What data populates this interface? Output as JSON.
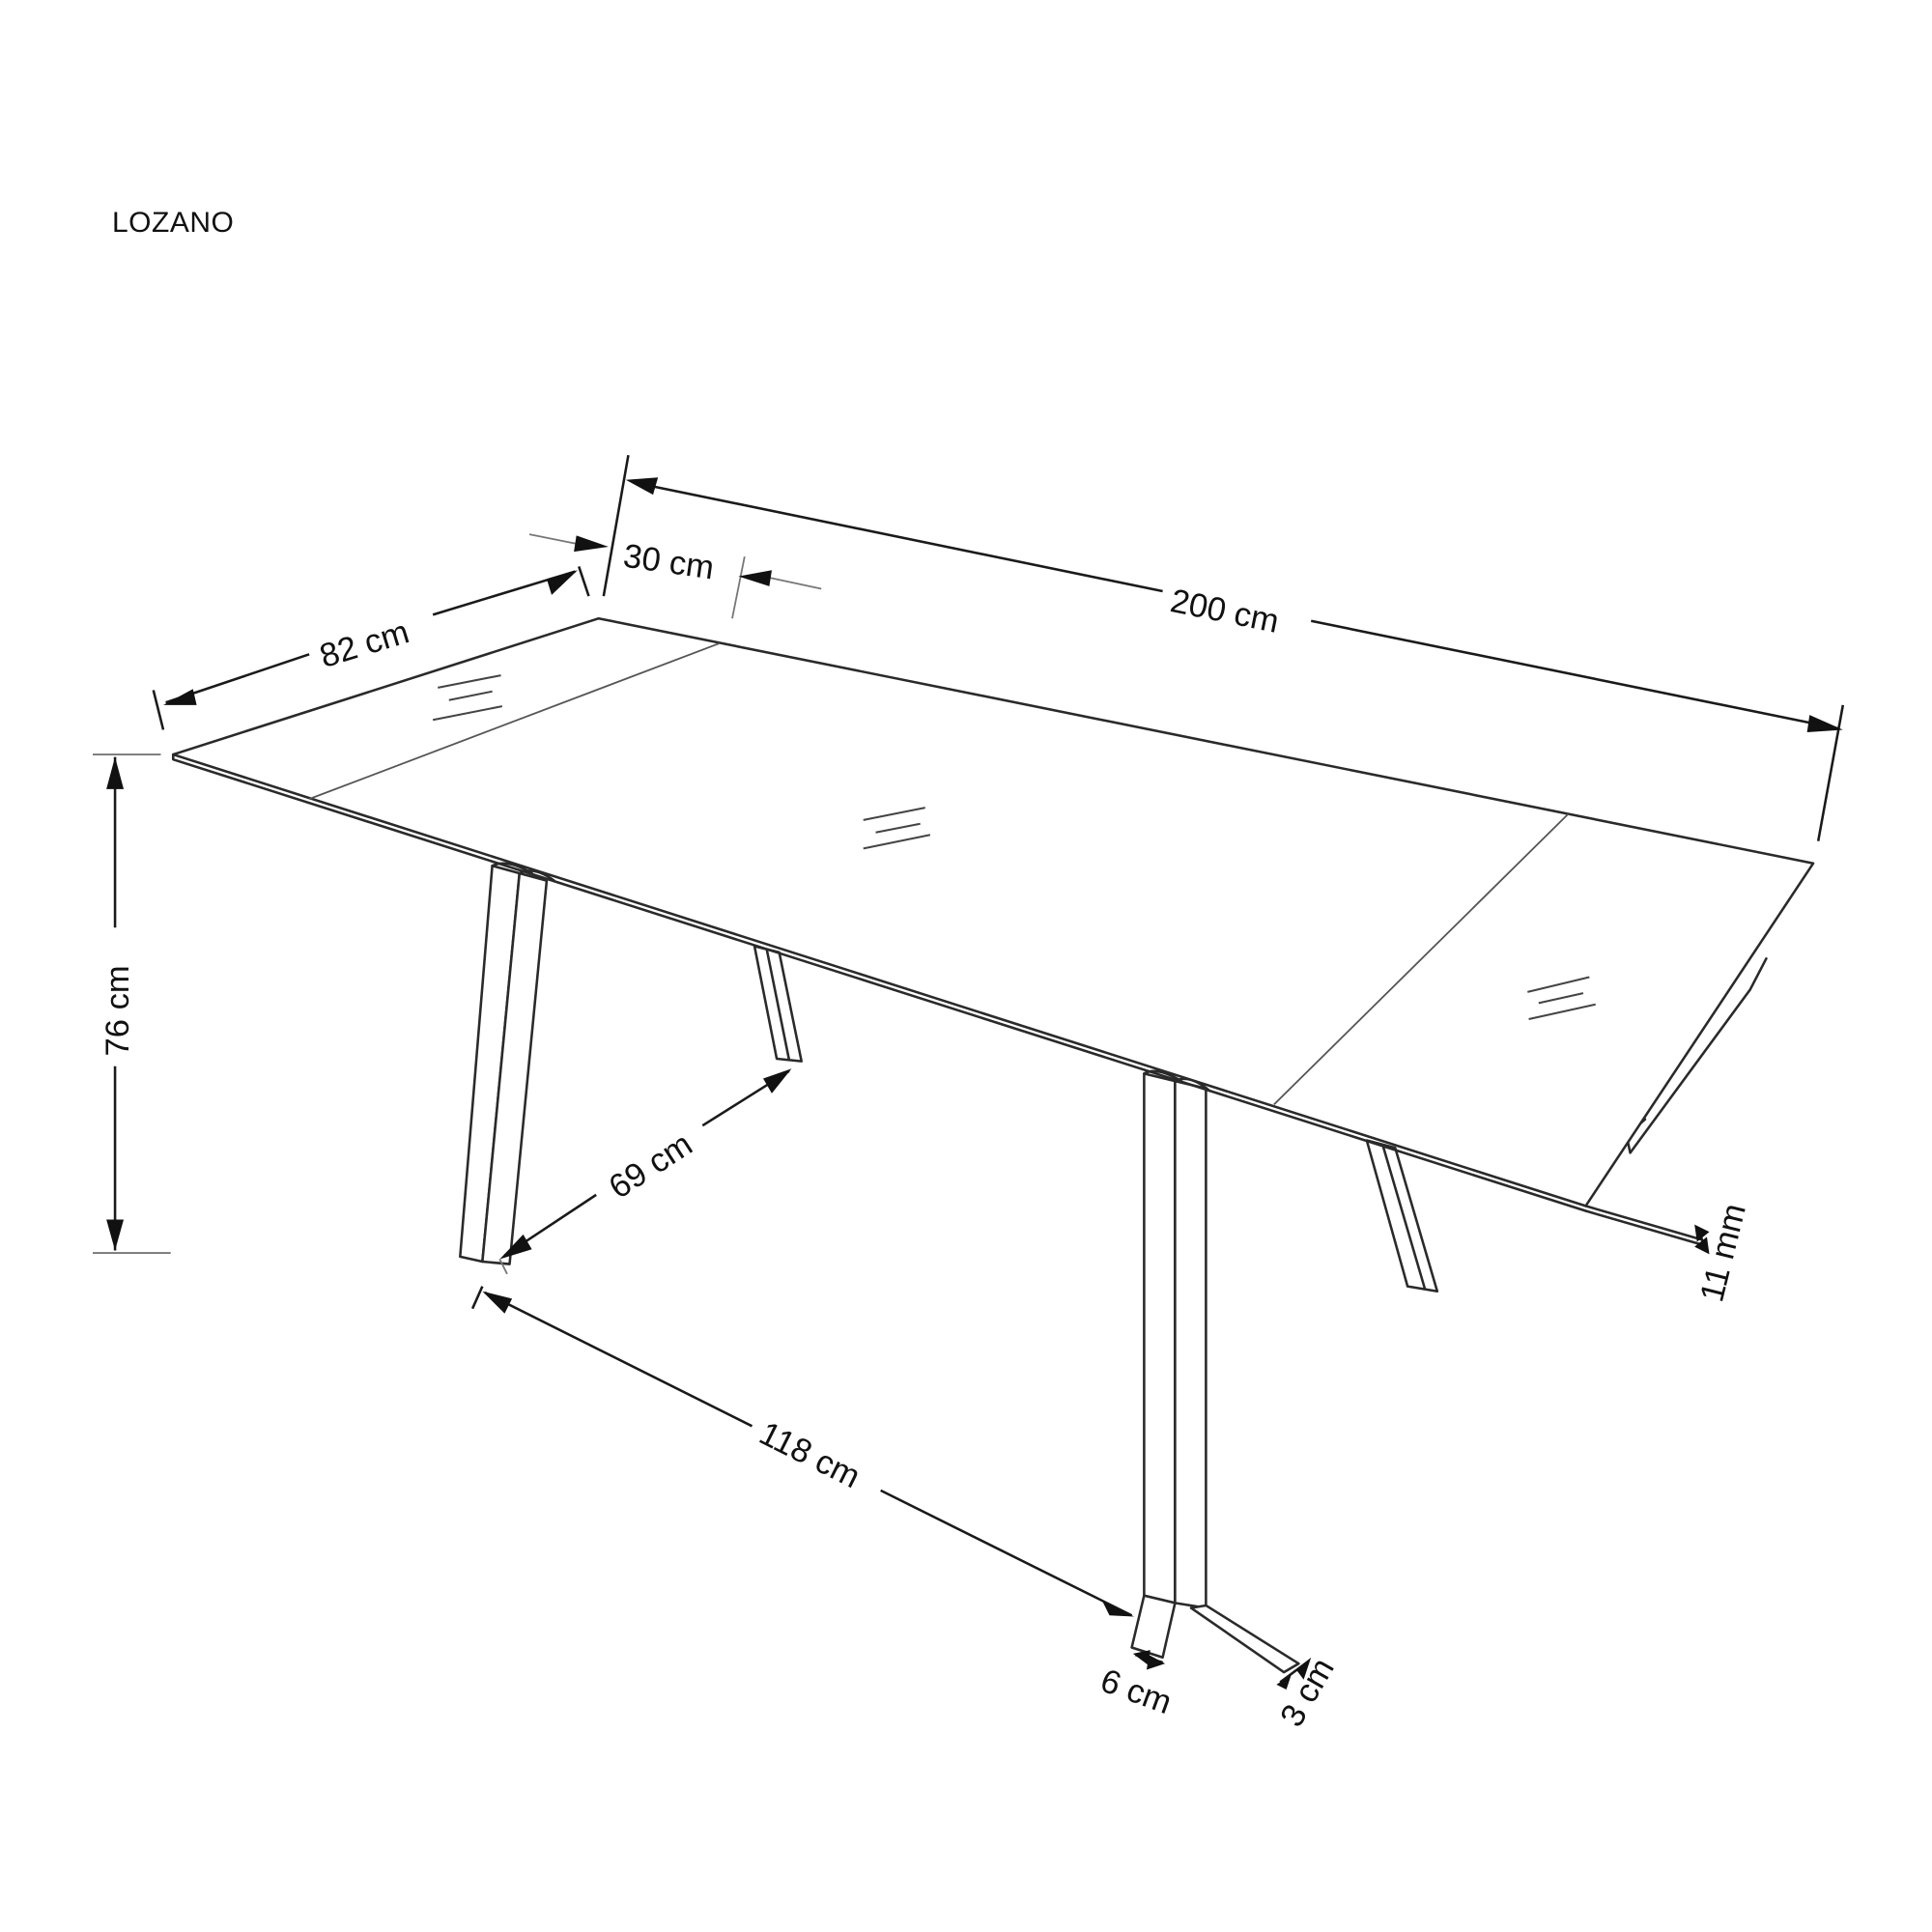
{
  "product": {
    "name": "LOZANO"
  },
  "dimensions": {
    "extended_length": "200 cm",
    "extension_leaf": "30 cm",
    "width": "82 cm",
    "height": "76 cm",
    "leg_inner_depth": "69 cm",
    "leg_span": "118 cm",
    "leg_width": "6 cm",
    "leg_thickness": "3 cm",
    "glass_thickness": "11 mm"
  },
  "colors": {
    "line": "#2a2a2a",
    "background": "#ffffff"
  }
}
